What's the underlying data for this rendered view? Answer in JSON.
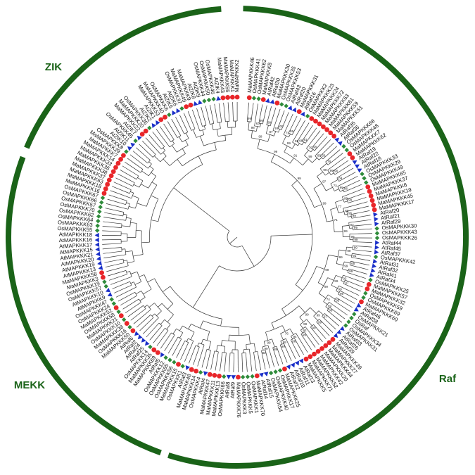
{
  "colors": {
    "background": "#ffffff",
    "branch": "#333333",
    "arc": "#1a6318",
    "rice": "#2e8b3a",
    "banana": "#e8262a",
    "arabidopsis": "#1a2fc8"
  },
  "groups": [
    {
      "id": "raf",
      "label": "Raf"
    },
    {
      "id": "mekk",
      "label": "MEKK"
    },
    {
      "id": "zik",
      "label": "ZIK"
    }
  ],
  "bootstrap_values": [
    "99",
    "99",
    "63",
    "98",
    "99",
    "100",
    "97",
    "87",
    "99",
    "95",
    "72",
    "81",
    "98",
    "99",
    "99",
    "98",
    "79",
    "56",
    "85",
    "99",
    "91",
    "99",
    "78",
    "90",
    "99",
    "99",
    "84",
    "86",
    "99",
    "73",
    "97",
    "99",
    "99",
    "99",
    "96",
    "80",
    "77",
    "99",
    "82",
    "99",
    "99",
    "99",
    "71",
    "99",
    "99",
    "99",
    "91",
    "99",
    "65",
    "99",
    "99",
    "99",
    "97",
    "93",
    "99",
    "99",
    "99",
    "95",
    "98",
    "99",
    "74",
    "99",
    "99",
    "97",
    "99",
    "99",
    "99",
    "99",
    "92",
    "99",
    "99",
    "88",
    "94",
    "99",
    "99",
    "76",
    "89",
    "83",
    "99",
    "99"
  ],
  "leaves": [
    {
      "label": "MaMAPKKK46",
      "marker": "circle"
    },
    {
      "label": "OsMAPKKK41",
      "marker": "diamond"
    },
    {
      "label": "OsMAPKKK62",
      "marker": "diamond"
    },
    {
      "label": "MaMAPKKK8",
      "marker": "circle"
    },
    {
      "label": "AtRaf42",
      "marker": "triangle"
    },
    {
      "label": "AtRaf30",
      "marker": "triangle"
    },
    {
      "label": "MaMAPKKK30",
      "marker": "circle"
    },
    {
      "label": "OsMAPKKK35",
      "marker": "diamond"
    },
    {
      "label": "OsMAPKKK53",
      "marker": "diamond"
    },
    {
      "label": "AtRaf43",
      "marker": "triangle"
    },
    {
      "label": "AtRaf20",
      "marker": "triangle"
    },
    {
      "label": "MaMAPKKK31",
      "marker": "circle"
    },
    {
      "label": "AtRaf16",
      "marker": "triangle"
    },
    {
      "label": "OsMAPKKK2",
      "marker": "diamond"
    },
    {
      "label": "MaMAPKKK23",
      "marker": "circle"
    },
    {
      "label": "MaMAPKKK24",
      "marker": "circle"
    },
    {
      "label": "MaMAPKKK72",
      "marker": "circle"
    },
    {
      "label": "MaMAPKKK63",
      "marker": "circle"
    },
    {
      "label": "MaMAPKKK61",
      "marker": "circle"
    },
    {
      "label": "MaMAPKKK59",
      "marker": "circle"
    },
    {
      "label": "MaMAPKKK51",
      "marker": "circle"
    },
    {
      "label": "AtRaf35",
      "marker": "triangle"
    },
    {
      "label": "AtRaf36",
      "marker": "triangle"
    },
    {
      "label": "OsMAPKKK68",
      "marker": "diamond"
    },
    {
      "label": "OsMAPKKK48",
      "marker": "diamond"
    },
    {
      "label": "MaMAPKKK7",
      "marker": "circle"
    },
    {
      "label": "MaMAPKKK62",
      "marker": "circle"
    },
    {
      "label": "AtRaf19",
      "marker": "triangle"
    },
    {
      "label": "AtRaf22",
      "marker": "triangle"
    },
    {
      "label": "AtRaf18",
      "marker": "triangle"
    },
    {
      "label": "OsMAPKKK33",
      "marker": "diamond"
    },
    {
      "label": "OsMAPKKK29",
      "marker": "diamond"
    },
    {
      "label": "OsMAPKKK49",
      "marker": "diamond"
    },
    {
      "label": "MaMAPKKK65",
      "marker": "circle"
    },
    {
      "label": "MaMAPKKK37",
      "marker": "circle"
    },
    {
      "label": "MaMAPKKK6",
      "marker": "circle"
    },
    {
      "label": "MaMAPKKK19",
      "marker": "circle"
    },
    {
      "label": "MaMAPKKK45",
      "marker": "circle"
    },
    {
      "label": "MaMAPKKK17",
      "marker": "circle"
    },
    {
      "label": "AtRaf20",
      "marker": "triangle"
    },
    {
      "label": "AtRaf21",
      "marker": "triangle"
    },
    {
      "label": "AtRaf29",
      "marker": "triangle"
    },
    {
      "label": "OsMAPKKK30",
      "marker": "diamond"
    },
    {
      "label": "OsMAPKKK43",
      "marker": "diamond"
    },
    {
      "label": "OsMAPKKK26",
      "marker": "diamond"
    },
    {
      "label": "AtRaf44",
      "marker": "triangle"
    },
    {
      "label": "AtRaf45",
      "marker": "triangle"
    },
    {
      "label": "AtRaf37",
      "marker": "triangle"
    },
    {
      "label": "OsMAPKKK42",
      "marker": "diamond"
    },
    {
      "label": "AtRaf31",
      "marker": "triangle"
    },
    {
      "label": "AtRaf32",
      "marker": "triangle"
    },
    {
      "label": "AtRaf41",
      "marker": "triangle"
    },
    {
      "label": "AtRaf34",
      "marker": "triangle"
    },
    {
      "label": "OsMAPKKK25",
      "marker": "diamond"
    },
    {
      "label": "MaMAPKKK57",
      "marker": "circle"
    },
    {
      "label": "MaMAPKKK32",
      "marker": "circle"
    },
    {
      "label": "OsMAPKKK59",
      "marker": "diamond"
    },
    {
      "label": "OsMAPKKK69",
      "marker": "diamond"
    },
    {
      "label": "MaMAPKKK60",
      "marker": "circle"
    },
    {
      "label": "AtRaf46",
      "marker": "triangle"
    },
    {
      "label": "AtRaf38",
      "marker": "triangle"
    },
    {
      "label": "OsMAPKKK21",
      "marker": "diamond"
    },
    {
      "label": "OsRaf",
      "marker": "diamond"
    },
    {
      "label": "OsMAPKKK34",
      "marker": "diamond"
    },
    {
      "label": "OsMAPKKK31",
      "marker": "diamond"
    },
    {
      "label": "AtRaf33",
      "marker": "triangle"
    },
    {
      "label": "AtRaf26",
      "marker": "triangle"
    },
    {
      "label": "AtRaf39",
      "marker": "triangle"
    },
    {
      "label": "MaMAPKKK39",
      "marker": "circle"
    },
    {
      "label": "MaMAPKKK27",
      "marker": "circle"
    },
    {
      "label": "MaMAPKKK44",
      "marker": "circle"
    },
    {
      "label": "MaMAPKKK20",
      "marker": "circle"
    },
    {
      "label": "MaMAPKKK42",
      "marker": "circle"
    },
    {
      "label": "MaMAPKKK52",
      "marker": "circle"
    },
    {
      "label": "MaMAPKKK71",
      "marker": "circle"
    },
    {
      "label": "MaMAPKKK5",
      "marker": "circle"
    },
    {
      "label": "AtRaf13",
      "marker": "triangle"
    },
    {
      "label": "AtRaf11",
      "marker": "triangle"
    },
    {
      "label": "AtRaf10",
      "marker": "triangle"
    },
    {
      "label": "AtRaf12",
      "marker": "triangle"
    },
    {
      "label": "MaMAPKKK25",
      "marker": "circle"
    },
    {
      "label": "OsMAPKKK17",
      "marker": "diamond"
    },
    {
      "label": "OsMAPKKK40",
      "marker": "diamond"
    },
    {
      "label": "OsMAPKKK54",
      "marker": "diamond"
    },
    {
      "label": "AtRaf15",
      "marker": "triangle"
    },
    {
      "label": "AtRaf14",
      "marker": "triangle"
    },
    {
      "label": "MaMAPKKK70",
      "marker": "circle"
    },
    {
      "label": "OsMAPKKK1",
      "marker": "diamond"
    },
    {
      "label": "OsMAPKKK5",
      "marker": "diamond"
    },
    {
      "label": "OsMAPKKK3",
      "marker": "diamond"
    },
    {
      "label": "MaMAPKKK76",
      "marker": "circle"
    },
    {
      "label": "AtRaf9",
      "marker": "triangle"
    },
    {
      "label": "AtRaf8",
      "marker": "triangle"
    },
    {
      "label": "OsMAPKKK66",
      "marker": "diamond"
    },
    {
      "label": "MaMAPKKK13",
      "marker": "circle"
    },
    {
      "label": "MaMAPKKK11",
      "marker": "circle"
    },
    {
      "label": "MaMAPKKK47",
      "marker": "circle"
    },
    {
      "label": "AtRaf4",
      "marker": "triangle"
    },
    {
      "label": "OsMAPKKK4",
      "marker": "diamond"
    },
    {
      "label": "MaMAPKKK14",
      "marker": "circle"
    },
    {
      "label": "MaMAPKKK48",
      "marker": "circle"
    },
    {
      "label": "AtRaf3",
      "marker": "triangle"
    },
    {
      "label": "OsMAPKKK1",
      "marker": "diamond"
    },
    {
      "label": "MaMAPKKK15",
      "marker": "circle"
    },
    {
      "label": "OsMAPKKK56",
      "marker": "diamond"
    },
    {
      "label": "OsMAPKKK65",
      "marker": "diamond"
    },
    {
      "label": "OsMAPKKK12",
      "marker": "diamond"
    },
    {
      "label": "AtRaf5",
      "marker": "triangle"
    },
    {
      "label": "MaMAPKKK69",
      "marker": "circle"
    },
    {
      "label": "MaMAPKKK35",
      "marker": "circle"
    },
    {
      "label": "OsMAPKKK14",
      "marker": "diamond"
    },
    {
      "label": "AtRaf25",
      "marker": "triangle"
    },
    {
      "label": "AtRaf24",
      "marker": "triangle"
    },
    {
      "label": "AtRaf2",
      "marker": "triangle"
    },
    {
      "label": "AtRaf6",
      "marker": "triangle"
    },
    {
      "label": "MaMAPKKK50",
      "marker": "circle"
    },
    {
      "label": "OsMAPKKK16",
      "marker": "diamond"
    },
    {
      "label": "MaMAPKKK38",
      "marker": "circle"
    },
    {
      "label": "OsMAPKKK10",
      "marker": "diamond"
    },
    {
      "label": "MaMAPKKK21",
      "marker": "circle"
    },
    {
      "label": "OsMAPKKK58",
      "marker": "diamond"
    },
    {
      "label": "MaMAPKKK52",
      "marker": "circle"
    },
    {
      "label": "OsMAPKKK24",
      "marker": "diamond"
    },
    {
      "label": "OsMAPKKK47",
      "marker": "diamond"
    },
    {
      "label": "AtMAPKKK9",
      "marker": "triangle"
    },
    {
      "label": "AtMAPKKK10",
      "marker": "triangle"
    },
    {
      "label": "OsMAPKKK57",
      "marker": "diamond"
    },
    {
      "label": "OsMAPKKK19",
      "marker": "diamond"
    },
    {
      "label": "MaMAPKKK3",
      "marker": "circle"
    },
    {
      "label": "MaMAPKKK58",
      "marker": "circle"
    },
    {
      "label": "AtMAPKKK13",
      "marker": "triangle"
    },
    {
      "label": "AtMAPKKK19",
      "marker": "triangle"
    },
    {
      "label": "AtMAPKKK20",
      "marker": "triangle"
    },
    {
      "label": "AtMAPKKK21",
      "marker": "triangle"
    },
    {
      "label": "AtMAPKKK15",
      "marker": "triangle"
    },
    {
      "label": "AtMAPKKK17",
      "marker": "triangle"
    },
    {
      "label": "AtMAPKKK16",
      "marker": "triangle"
    },
    {
      "label": "AtMAPKKK18",
      "marker": "triangle"
    },
    {
      "label": "OsMAPKKK55",
      "marker": "diamond"
    },
    {
      "label": "OsMAPKKK63",
      "marker": "diamond"
    },
    {
      "label": "OsMAPKKK64",
      "marker": "diamond"
    },
    {
      "label": "OsMAPKKK62",
      "marker": "diamond"
    },
    {
      "label": "OsMAPKKK70",
      "marker": "diamond"
    },
    {
      "label": "OsMAPKKK57",
      "marker": "diamond"
    },
    {
      "label": "OsMAPKKK66",
      "marker": "diamond"
    },
    {
      "label": "OsMAPKKK67",
      "marker": "diamond"
    },
    {
      "label": "MaMAPKKK16",
      "marker": "circle"
    },
    {
      "label": "MaMAPKKK18",
      "marker": "circle"
    },
    {
      "label": "MaMAPKKK63",
      "marker": "circle"
    },
    {
      "label": "MaMAPKKK37",
      "marker": "circle"
    },
    {
      "label": "MaMAPKKK38",
      "marker": "circle"
    },
    {
      "label": "MaMAPKKK36",
      "marker": "circle"
    },
    {
      "label": "MaMAPKKK33",
      "marker": "circle"
    },
    {
      "label": "MaMAPKKK14",
      "marker": "circle"
    },
    {
      "label": "MaMAPKKK7",
      "marker": "circle"
    },
    {
      "label": "MaMAPKKK29",
      "marker": "circle"
    },
    {
      "label": "OsMAPKKK8",
      "marker": "diamond"
    },
    {
      "label": "AtZIK10",
      "marker": "triangle"
    },
    {
      "label": "AtZIK11",
      "marker": "triangle"
    },
    {
      "label": "OsMAPKKK45",
      "marker": "diamond"
    },
    {
      "label": "AtZIK7",
      "marker": "triangle"
    },
    {
      "label": "MaMAPKKK22",
      "marker": "circle"
    },
    {
      "label": "MaMAPKKK20",
      "marker": "circle"
    },
    {
      "label": "OsMAPKKK36",
      "marker": "diamond"
    },
    {
      "label": "AtZIK2",
      "marker": "triangle"
    },
    {
      "label": "AtZIK1",
      "marker": "triangle"
    },
    {
      "label": "MaMAPKKK53",
      "marker": "circle"
    },
    {
      "label": "MaMAPKKK40",
      "marker": "circle"
    },
    {
      "label": "OsMAPKKK6",
      "marker": "diamond"
    },
    {
      "label": "AtZIK5",
      "marker": "triangle"
    },
    {
      "label": "AtZIK6",
      "marker": "triangle"
    },
    {
      "label": "OsMAPKKK37",
      "marker": "diamond"
    },
    {
      "label": "MaMAPKKK49",
      "marker": "circle"
    },
    {
      "label": "MaMAPKKK9",
      "marker": "circle"
    },
    {
      "label": "AtZIK8",
      "marker": "triangle"
    },
    {
      "label": "AtZIK9",
      "marker": "triangle"
    },
    {
      "label": "OsMAPKKK44",
      "marker": "diamond"
    },
    {
      "label": "OsMAPKKK50",
      "marker": "diamond"
    },
    {
      "label": "OsMAPKKK46",
      "marker": "diamond"
    },
    {
      "label": "AtZIK4",
      "marker": "triangle"
    },
    {
      "label": "MaMAPKKK43",
      "marker": "circle"
    },
    {
      "label": "MaMAPKKK55",
      "marker": "circle"
    },
    {
      "label": "MaMAPKKK1",
      "marker": "circle"
    },
    {
      "label": "MaMAPKKK2",
      "marker": "circle"
    }
  ]
}
